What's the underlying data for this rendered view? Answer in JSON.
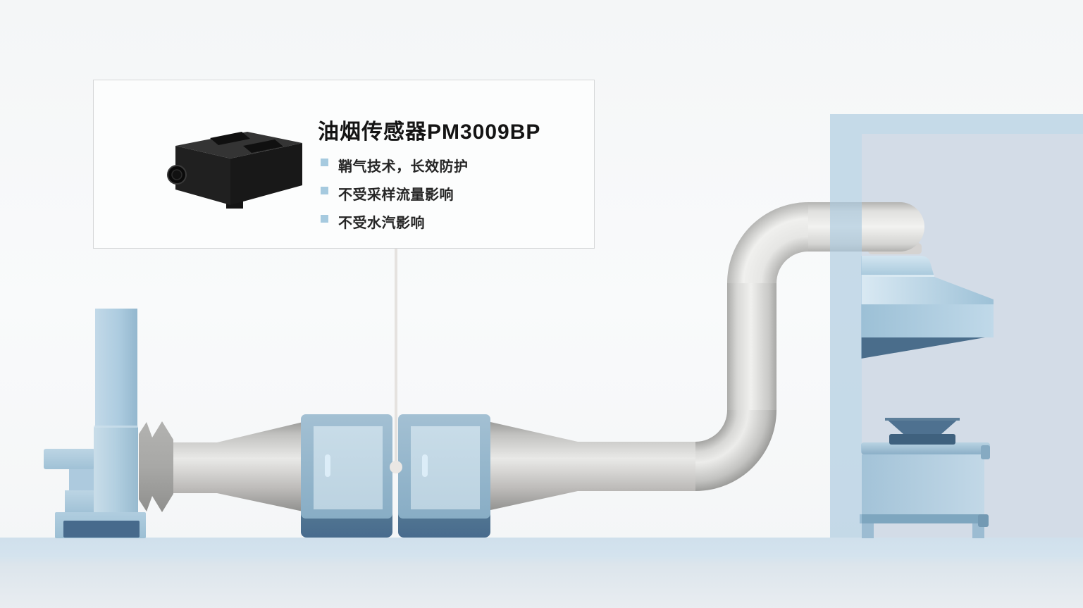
{
  "callout": {
    "title": "油烟传感器PM3009BP",
    "bullets": [
      {
        "label": "鞘气技术，长效防护"
      },
      {
        "label": "不受采样流量影响"
      },
      {
        "label": "不受水汽影响"
      }
    ]
  },
  "colors": {
    "bullet_accent": "#a6cadf",
    "title_text": "#141414",
    "body_text": "#252525",
    "callout_border": "#d5d7d8",
    "duct_gray_light": "#efefed",
    "duct_gray_dark": "#9a9a98",
    "equipment_blue": "#a3c0d3",
    "equipment_blue_light": "#c2d8e4",
    "equipment_dark_blue": "#4e7492",
    "wall_blue": "#c4d5e2",
    "room_interior": "#d3dce7",
    "floor_blue": "#d3e2ed",
    "device_black": "#1b1b1b"
  }
}
